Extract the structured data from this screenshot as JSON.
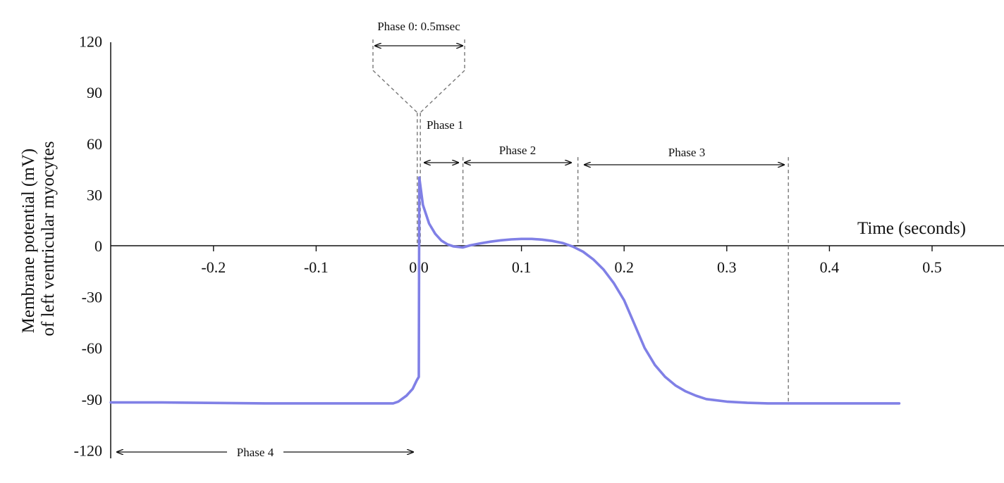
{
  "chart_data": {
    "type": "line",
    "xlabel": "Time (seconds)",
    "ylabel_lines": [
      "Membrane potential (mV)",
      "of left ventricular myocytes"
    ],
    "xlim": [
      -0.3,
      0.57
    ],
    "ylim": [
      -120,
      120
    ],
    "x_ticks": [
      -0.2,
      -0.1,
      0.0,
      0.1,
      0.2,
      0.3,
      0.4,
      0.5
    ],
    "x_tick_labels": [
      "-0.2",
      "-0.1",
      "0.0",
      "0.1",
      "0.2",
      "0.3",
      "0.4",
      "0.5"
    ],
    "y_ticks": [
      120,
      90,
      60,
      30,
      0,
      -30,
      -60,
      -90,
      -120
    ],
    "y_tick_labels": [
      "120",
      "90",
      "60",
      "30",
      "0",
      "-30",
      "-60",
      "-90",
      "-120"
    ],
    "grid": false,
    "line_color": "#8080e6",
    "series": [
      {
        "x": [
          -0.3,
          -0.25,
          -0.15,
          -0.05,
          -0.025,
          -0.02,
          -0.012,
          -0.006,
          -0.002,
          0.0,
          0.0005,
          0.004,
          0.01,
          0.016,
          0.022,
          0.028,
          0.034,
          0.04,
          0.043,
          0.05,
          0.06,
          0.07,
          0.08,
          0.09,
          0.1,
          0.11,
          0.12,
          0.13,
          0.14,
          0.15,
          0.16,
          0.17,
          0.18,
          0.19,
          0.2,
          0.21,
          0.22,
          0.23,
          0.24,
          0.25,
          0.26,
          0.27,
          0.28,
          0.3,
          0.32,
          0.34,
          0.36,
          0.4,
          0.44,
          0.468
        ],
        "y": [
          -92,
          -92,
          -92.5,
          -92.5,
          -92.5,
          -91.5,
          -88,
          -84,
          -79,
          -77,
          40,
          24,
          13,
          7,
          3,
          0.8,
          -0.4,
          -0.8,
          -1,
          0.2,
          1.4,
          2.4,
          3.2,
          3.7,
          4,
          4,
          3.6,
          2.8,
          1.6,
          -0.5,
          -3.5,
          -8,
          -14,
          -22,
          -32,
          -46,
          -60,
          -70,
          -77,
          -82,
          -85.5,
          -88,
          -90,
          -91.5,
          -92.2,
          -92.5,
          -92.5,
          -92.5,
          -92.5,
          -92.5
        ]
      }
    ],
    "annotations": [
      {
        "label": "Phase 0:  0.5msec"
      },
      {
        "label": "Phase 1"
      },
      {
        "label": "Phase 2"
      },
      {
        "label": "Phase 3"
      },
      {
        "label": "Phase 4"
      }
    ]
  }
}
